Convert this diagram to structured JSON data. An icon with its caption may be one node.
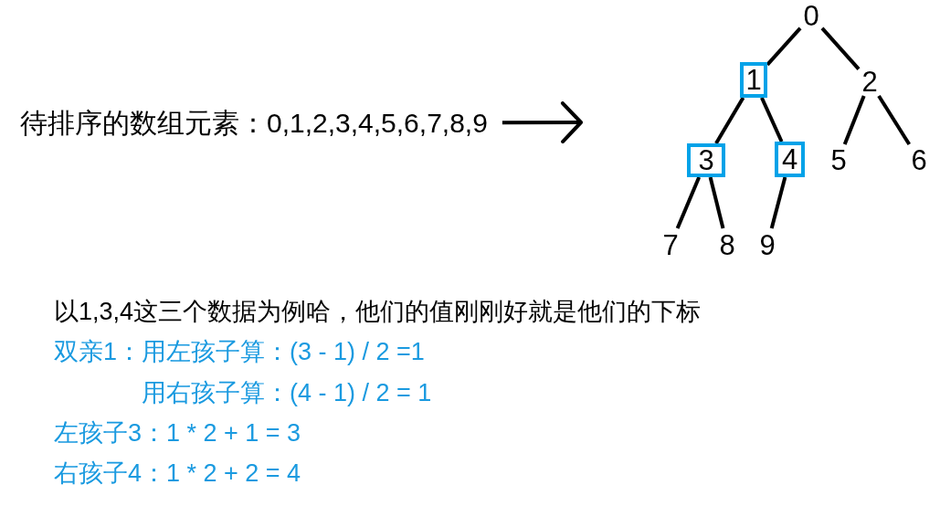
{
  "diagram": {
    "nodes": [
      {
        "text": [
          "待排序的数组元素：0,1,2,3,4,5,6,7,8,9"
        ]
      },
      {
        "text": [
          "0"
        ]
      },
      {
        "text": [
          "1"
        ]
      },
      {
        "text": [
          "2"
        ]
      },
      {
        "text": [
          "3"
        ]
      },
      {
        "text": [
          "4"
        ]
      },
      {
        "text": [
          "5"
        ]
      },
      {
        "text": [
          "6"
        ]
      },
      {
        "text": [
          "7"
        ]
      },
      {
        "text": [
          "8"
        ]
      },
      {
        "text": [
          "9"
        ]
      }
    ],
    "edges": [
      {
        "from": 0,
        "to": null,
        "arrow": "to"
      },
      {
        "from": 1,
        "to": 2,
        "arrow": "none"
      },
      {
        "from": 1,
        "to": 3,
        "arrow": "none"
      },
      {
        "from": 2,
        "to": 4,
        "arrow": "none"
      },
      {
        "from": 2,
        "to": 5,
        "arrow": "none"
      },
      {
        "from": 3,
        "to": 6,
        "arrow": "none"
      },
      {
        "from": 3,
        "to": 7,
        "arrow": "none"
      },
      {
        "from": 4,
        "to": 8,
        "arrow": "none"
      },
      {
        "from": 4,
        "to": 9,
        "arrow": "none"
      },
      {
        "from": 5,
        "to": 10,
        "arrow": "none"
      }
    ],
    "labels": [
      "以1,3,4这三个数据为例哈，他们的值刚刚好就是他们的下标",
      "双亲1：用左孩子算：(3 - 1) / 2 =1",
      "用右孩子算：(4 - 1) / 2 = 1",
      "左孩子3：1 * 2 + 1 = 3",
      "右孩子4：1 * 2 + 2 = 4"
    ]
  }
}
